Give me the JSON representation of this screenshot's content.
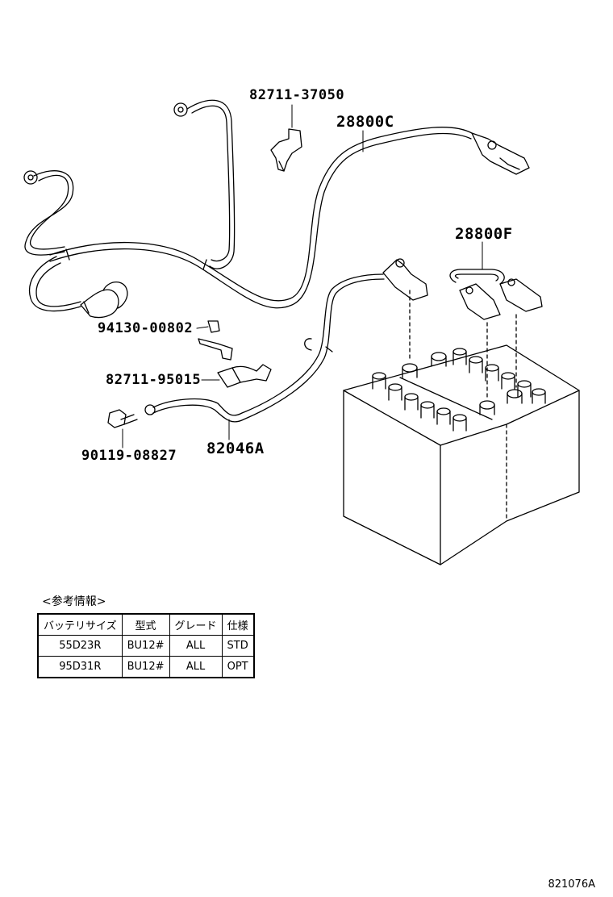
{
  "labels": {
    "p82711_37050": "82711-37050",
    "p28800C": "28800C",
    "p28800F": "28800F",
    "p94130_00802": "94130-00802",
    "p82711_95015": "82711-95015",
    "p82046A": "82046A",
    "p90119_08827": "90119-08827"
  },
  "reference": {
    "title": "<参考情報>",
    "headers": [
      "バッテリサイズ",
      "型式",
      "グレード",
      "仕様"
    ],
    "rows": [
      [
        "55D23R",
        "BU12#",
        "ALL",
        "STD"
      ],
      [
        "95D31R",
        "BU12#",
        "ALL",
        "OPT"
      ]
    ]
  },
  "footer": {
    "code": "821076A"
  }
}
